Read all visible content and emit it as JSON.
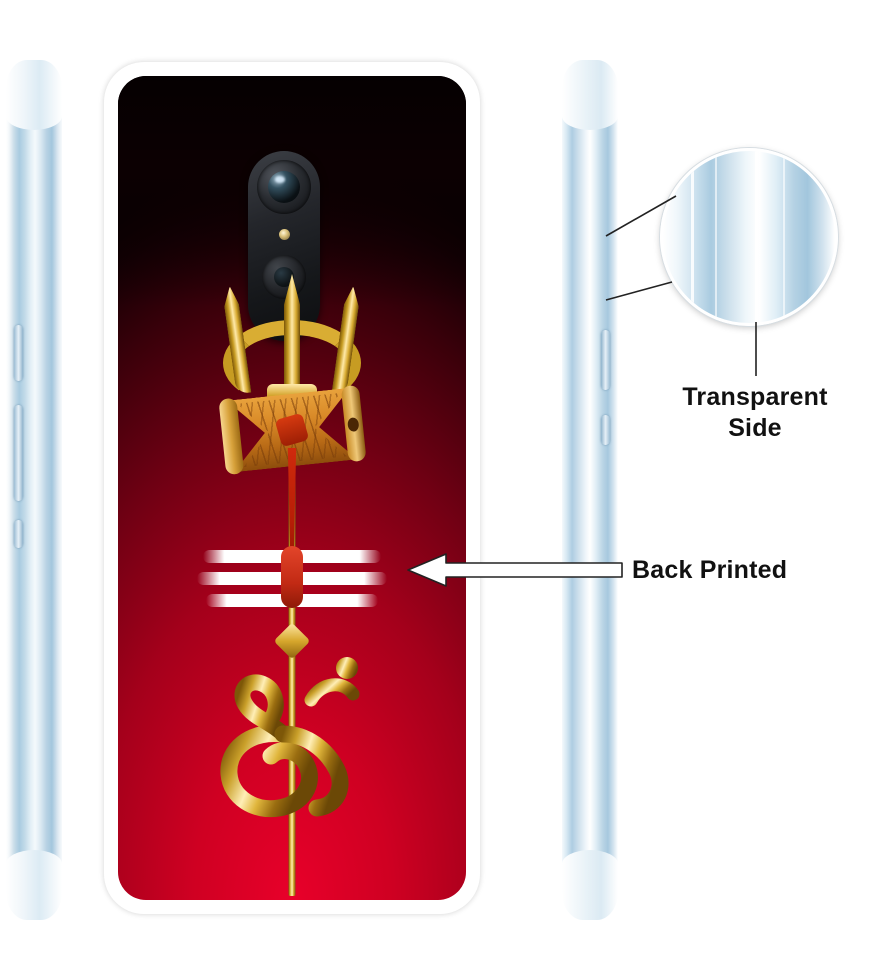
{
  "scene": {
    "kind": "product-photo",
    "subject": "mobile-phone-back-cover",
    "background_color": "#ffffff"
  },
  "labels": {
    "transparent_side_line1": "Transparent",
    "transparent_side_line2": "Side",
    "back_printed": "Back Printed"
  },
  "phone_case": {
    "case_edge_color": "#ffffff",
    "print_background_gradient": [
      "#050001",
      "#6e0013",
      "#cf0022",
      "#e8002a"
    ],
    "artwork_name": "trishul-damru-om-design",
    "artwork_elements": [
      "trishul",
      "damru",
      "red-cloth-tail",
      "tripundra-three-white-lines",
      "gold-diamond",
      "om-symbol",
      "gold-staff"
    ],
    "artwork_gold_color": "#d9ad33",
    "artwork_white_color": "#ffffff",
    "artwork_red_accent": "#c22a14",
    "camera_cutout": {
      "name": "camera-cutout",
      "lens_count": 2,
      "has_flash": true
    }
  },
  "side_views": {
    "left": {
      "name": "phone-left-side-profile",
      "finish_color": "#a9cbe0",
      "buttons": [
        "button-upper",
        "button-middle",
        "button-lower"
      ]
    },
    "right": {
      "name": "phone-right-side-profile",
      "finish_color": "#aecde2",
      "buttons": [
        "button-upper",
        "button-lower"
      ]
    }
  },
  "zoom_callout": {
    "name": "transparent-side-zoom",
    "shape": "circle",
    "border_color": "#ffffff"
  },
  "annotations": {
    "arrow_color": "#ffffff",
    "arrow_outline_color": "#222222",
    "leader_line_color": "#222222"
  }
}
